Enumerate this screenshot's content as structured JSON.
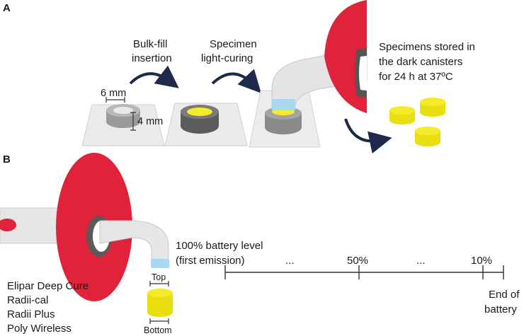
{
  "panel_a": {
    "label": "A",
    "step1": [
      "Bulk-fill",
      "insertion"
    ],
    "step2": [
      "Specimen",
      "light-curing"
    ],
    "storage": [
      "Specimens stored in",
      "the dark canisters",
      "for 24 h at 37ºC"
    ],
    "dim_width": "6 mm",
    "dim_height": "4 mm"
  },
  "panel_b": {
    "label": "B",
    "top_label": "Top",
    "bottom_label": "Bottom",
    "devices": [
      "Elipar Deep Cure",
      "Radii-cal",
      "Radii Plus",
      "Poly Wireless"
    ],
    "timeline": {
      "start": [
        "100% battery level",
        "(first emission)"
      ],
      "ellipsis1": "...",
      "mid": "50%",
      "ellipsis2": "...",
      "near_end": "10%",
      "end": [
        "End of",
        "battery"
      ]
    }
  },
  "colors": {
    "curing_light_red": "#e0223a",
    "light_guide_gray": "#e6e6e6",
    "composite_yellow": "#f4ec2a",
    "tip_blue": "#a9d8f0",
    "arrow_navy": "#1f2a4a",
    "slide_gray": "#e9e9e9"
  }
}
